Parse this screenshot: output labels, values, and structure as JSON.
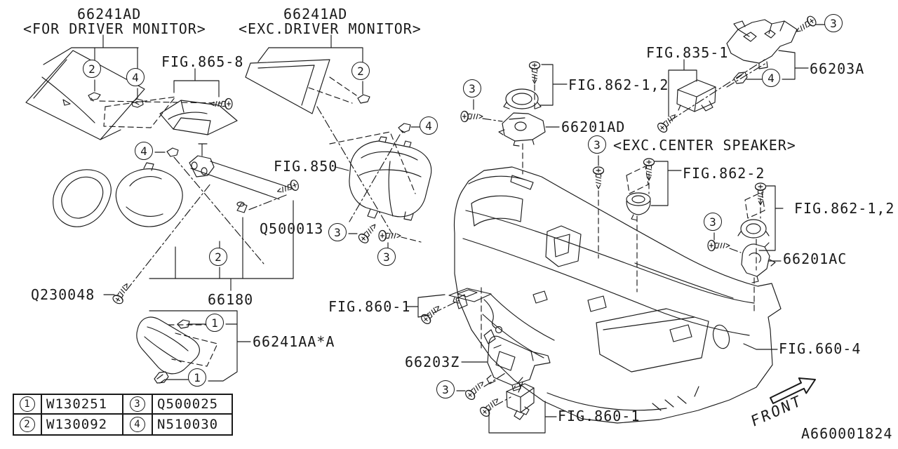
{
  "drawing": {
    "number": "A660001824",
    "front_indicator": "FRONT"
  },
  "labels": {
    "part_66241ad_left": "66241AD",
    "qual_for_driver_monitor": "<FOR DRIVER MONITOR>",
    "part_66241ad_mid": "66241AD",
    "qual_exc_driver_monitor": "<EXC.DRIVER MONITOR>",
    "fig_865_8": "FIG.865-8",
    "fig_835_1": "FIG.835-1",
    "part_66203a": "66203A",
    "fig_862_12_top": "FIG.862-1,2",
    "part_66201ad": "66201AD",
    "qual_exc_center_speaker": "<EXC.CENTER SPEAKER>",
    "fig_862_2": "FIG.862-2",
    "fig_862_12_right": "FIG.862-1,2",
    "fig_850": "FIG.850",
    "part_q500013": "Q500013",
    "part_66201ac": "66201AC",
    "part_q230048": "Q230048",
    "part_66180": "66180",
    "fig_860_1_upper": "FIG.860-1",
    "part_66241aa": "66241AA*A",
    "part_66203z": "66203Z",
    "fig_660_4": "FIG.660-4",
    "fig_860_1_lower": "FIG.860-1"
  },
  "callouts": [
    {
      "n": "2"
    },
    {
      "n": "4"
    },
    {
      "n": "2"
    },
    {
      "n": "4"
    },
    {
      "n": "4"
    },
    {
      "n": "2"
    },
    {
      "n": "3"
    },
    {
      "n": "3"
    },
    {
      "n": "4"
    },
    {
      "n": "3"
    },
    {
      "n": "3"
    },
    {
      "n": "3"
    },
    {
      "n": "3"
    },
    {
      "n": "1"
    },
    {
      "n": "1"
    },
    {
      "n": "3"
    }
  ],
  "legend": {
    "items": [
      {
        "num": "1",
        "code": "W130251"
      },
      {
        "num": "3",
        "code": "Q500025"
      },
      {
        "num": "2",
        "code": "W130092"
      },
      {
        "num": "4",
        "code": "N510030"
      }
    ]
  }
}
